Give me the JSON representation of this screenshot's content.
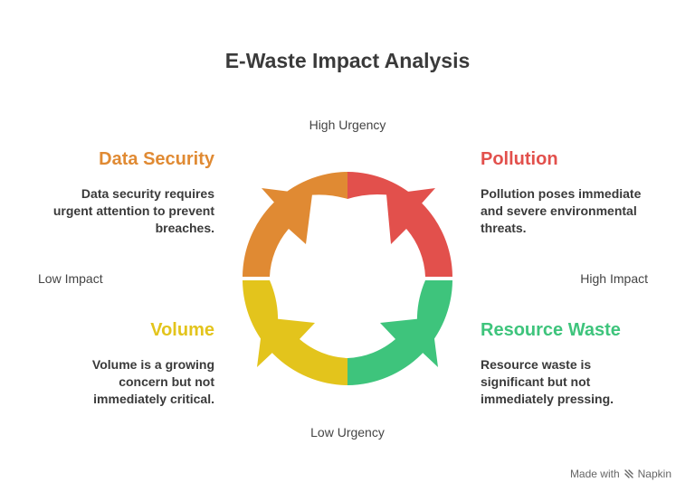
{
  "title": "E-Waste Impact Analysis",
  "axes": {
    "top": "High Urgency",
    "bottom": "Low Urgency",
    "left": "Low Impact",
    "right": "High Impact"
  },
  "quadrants": {
    "data_security": {
      "heading": "Data Security",
      "lines": [
        "Data security requires",
        "urgent attention to prevent",
        "breaches."
      ],
      "color": "#e08a33"
    },
    "pollution": {
      "heading": "Pollution",
      "lines": [
        "Pollution poses immediate",
        "and severe environmental",
        "threats."
      ],
      "color": "#e2504c"
    },
    "volume": {
      "heading": "Volume",
      "lines": [
        "Volume is a growing",
        "concern but not",
        "immediately critical."
      ],
      "color": "#e3c41c"
    },
    "resource_waste": {
      "heading": "Resource Waste",
      "lines": [
        "Resource waste is",
        "significant but not",
        "immediately pressing."
      ],
      "color": "#3ec47c"
    }
  },
  "footer": {
    "made_with": "Made with",
    "brand": "Napkin"
  }
}
